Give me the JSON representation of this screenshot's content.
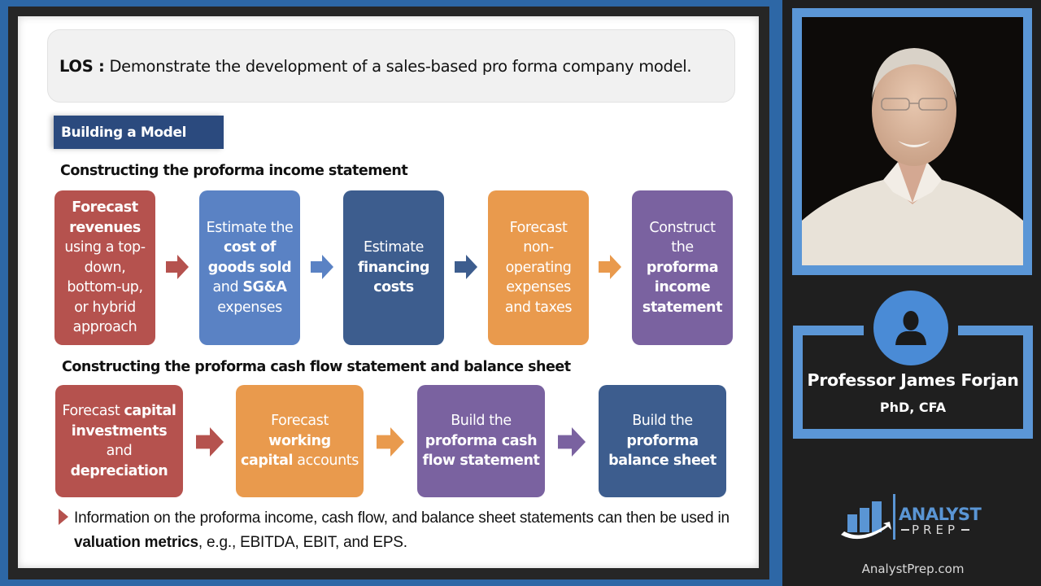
{
  "slide": {
    "los": {
      "label": "LOS :",
      "text": "Demonstrate the development of a sales-based pro forma company model."
    },
    "section_tag": "Building a Model",
    "income_section": {
      "heading": "Constructing the proforma income statement",
      "steps": [
        {
          "color": "#b5524e",
          "parts": [
            {
              "t": "Forecast revenues",
              "b": true
            },
            {
              "t": " using a top-down, bottom-up, or hybrid approach",
              "b": false
            }
          ]
        },
        {
          "color": "#5a82c4",
          "parts": [
            {
              "t": "Estimate the ",
              "b": false
            },
            {
              "t": "cost of goods sold",
              "b": true
            },
            {
              "t": " and ",
              "b": false
            },
            {
              "t": "SG&A",
              "b": true
            },
            {
              "t": " expenses",
              "b": false
            }
          ]
        },
        {
          "color": "#3d5d8e",
          "parts": [
            {
              "t": "Estimate ",
              "b": false
            },
            {
              "t": "financing costs",
              "b": true
            }
          ]
        },
        {
          "color": "#e99a4d",
          "parts": [
            {
              "t": "Forecast non-operating expenses and taxes",
              "b": false
            }
          ]
        },
        {
          "color": "#7a62a0",
          "parts": [
            {
              "t": "Construct the ",
              "b": false
            },
            {
              "t": "proforma income statement",
              "b": true
            }
          ]
        }
      ],
      "arrow_colors": [
        "#b5524e",
        "#5a82c4",
        "#3d5d8e",
        "#e99a4d"
      ]
    },
    "cashflow_section": {
      "heading": "Constructing the proforma cash flow statement and balance sheet",
      "steps": [
        {
          "color": "#b5524e",
          "parts": [
            {
              "t": "Forecast ",
              "b": false
            },
            {
              "t": "capital investments",
              "b": true
            },
            {
              "t": " and ",
              "b": false
            },
            {
              "t": "depreciation",
              "b": true
            }
          ]
        },
        {
          "color": "#e99a4d",
          "parts": [
            {
              "t": "Forecast ",
              "b": false
            },
            {
              "t": "working capital",
              "b": true
            },
            {
              "t": " accounts",
              "b": false
            }
          ]
        },
        {
          "color": "#7a62a0",
          "parts": [
            {
              "t": "Build the ",
              "b": false
            },
            {
              "t": "proforma cash flow statement",
              "b": true
            }
          ]
        },
        {
          "color": "#3d5d8e",
          "parts": [
            {
              "t": "Build the ",
              "b": false
            },
            {
              "t": "proforma balance sheet",
              "b": true
            }
          ]
        }
      ],
      "arrow_colors": [
        "#b5524e",
        "#e99a4d",
        "#7a62a0"
      ]
    },
    "note": {
      "pre": "Information on the proforma income, cash flow, and balance sheet statements can then be used in ",
      "bold": "valuation metrics",
      "post": ", e.g., EBITDA, EBIT, and EPS."
    }
  },
  "presenter": {
    "name": "Professor James Forjan",
    "credentials": "PhD, CFA",
    "avatar_icon": "person-icon"
  },
  "brand": {
    "logo_line1": "ANALYST",
    "logo_line2": "PREP",
    "url": "AnalystPrep.com",
    "accent": "#5a95d4"
  }
}
